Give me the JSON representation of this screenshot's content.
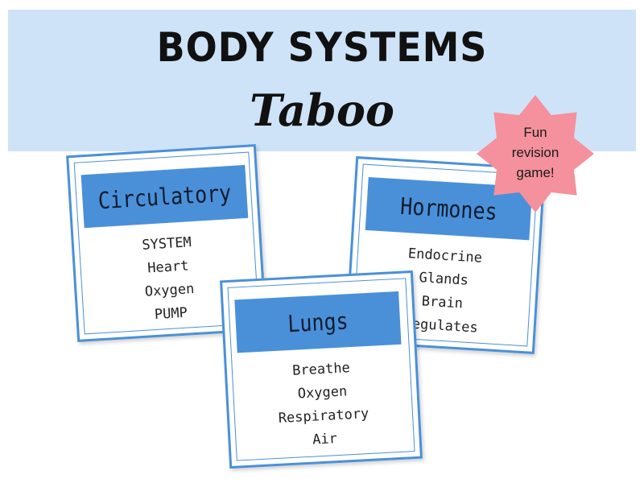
{
  "header": {
    "title": "BODY SYSTEMS",
    "subtitle": "Taboo"
  },
  "badge": {
    "lines": [
      "Fun",
      "revision",
      "game!"
    ],
    "color": "#f4919c"
  },
  "cards": {
    "circulatory": {
      "title": "Circulatory",
      "words": [
        "SYSTEM",
        "Heart",
        "Oxygen",
        "PUMP"
      ]
    },
    "hormones": {
      "title": "Hormones",
      "words": [
        "Endocrine",
        "Glands",
        "Brain",
        "Regulates"
      ]
    },
    "lungs": {
      "title": "Lungs",
      "words": [
        "Breathe",
        "Oxygen",
        "Respiratory",
        "Air"
      ]
    }
  },
  "colors": {
    "banner": "#cfe3f8",
    "card_accent": "#4a90d9"
  }
}
